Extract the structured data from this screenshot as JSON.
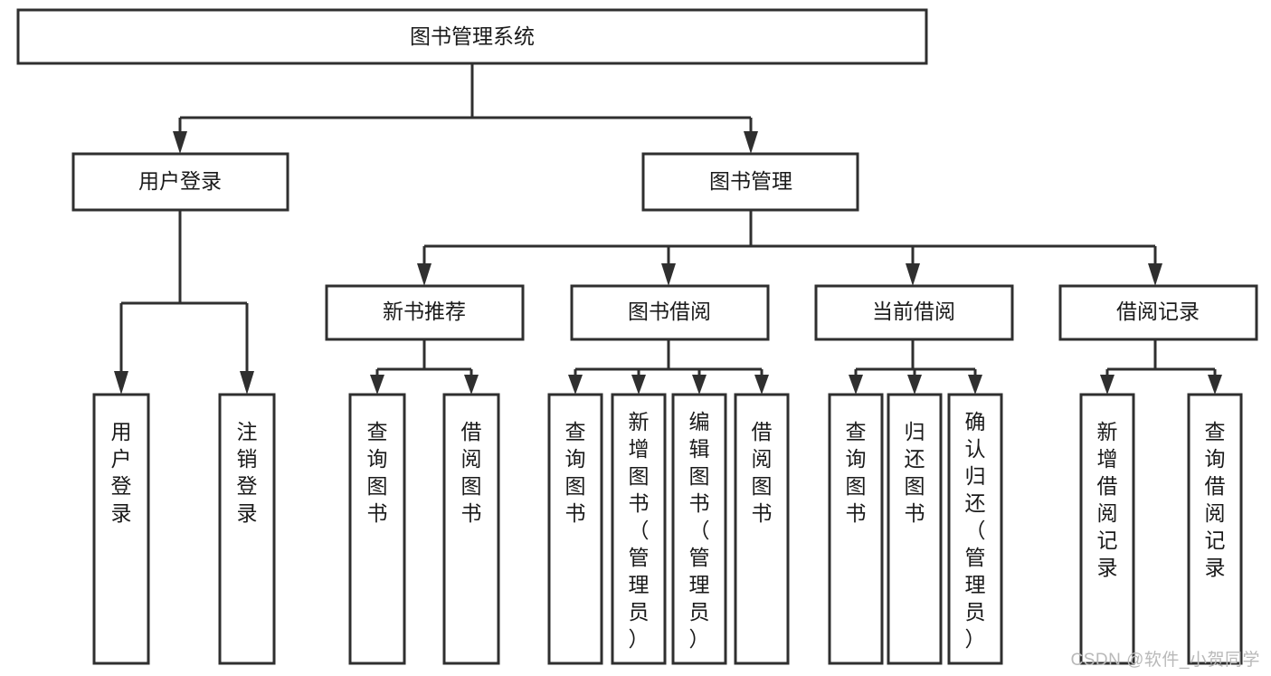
{
  "diagram": {
    "type": "hierarchy-tree",
    "title": "图书管理系统",
    "levels": {
      "level1": {
        "label": "图书管理系统"
      },
      "level2": [
        {
          "label": "用户登录"
        },
        {
          "label": "图书管理"
        }
      ],
      "level3": [
        {
          "label": "新书推荐"
        },
        {
          "label": "图书借阅"
        },
        {
          "label": "当前借阅"
        },
        {
          "label": "借阅记录"
        }
      ],
      "leaves": {
        "user_login": [
          {
            "label": "用户登录"
          },
          {
            "label": "注销登录"
          }
        ],
        "new_book_recommend": [
          {
            "label": "查询图书"
          },
          {
            "label": "借阅图书"
          }
        ],
        "book_borrow": [
          {
            "label": "查询图书"
          },
          {
            "label": "新增图书（管理员）"
          },
          {
            "label": "编辑图书（管理员）"
          },
          {
            "label": "借阅图书"
          }
        ],
        "current_borrow": [
          {
            "label": "查询图书"
          },
          {
            "label": "归还图书"
          },
          {
            "label": "确认归还（管理员）"
          }
        ],
        "borrow_record": [
          {
            "label": "新增借阅记录"
          },
          {
            "label": "查询借阅记录"
          }
        ]
      }
    },
    "colors": {
      "box_stroke": "#2f2f2f",
      "box_fill": "#ffffff",
      "text": "#1a1a1a",
      "connector": "#2f2f2f",
      "watermark": "#b9b9b9",
      "background": "#ffffff"
    }
  },
  "watermark": {
    "text": "CSDN @软件_小贺同学"
  }
}
